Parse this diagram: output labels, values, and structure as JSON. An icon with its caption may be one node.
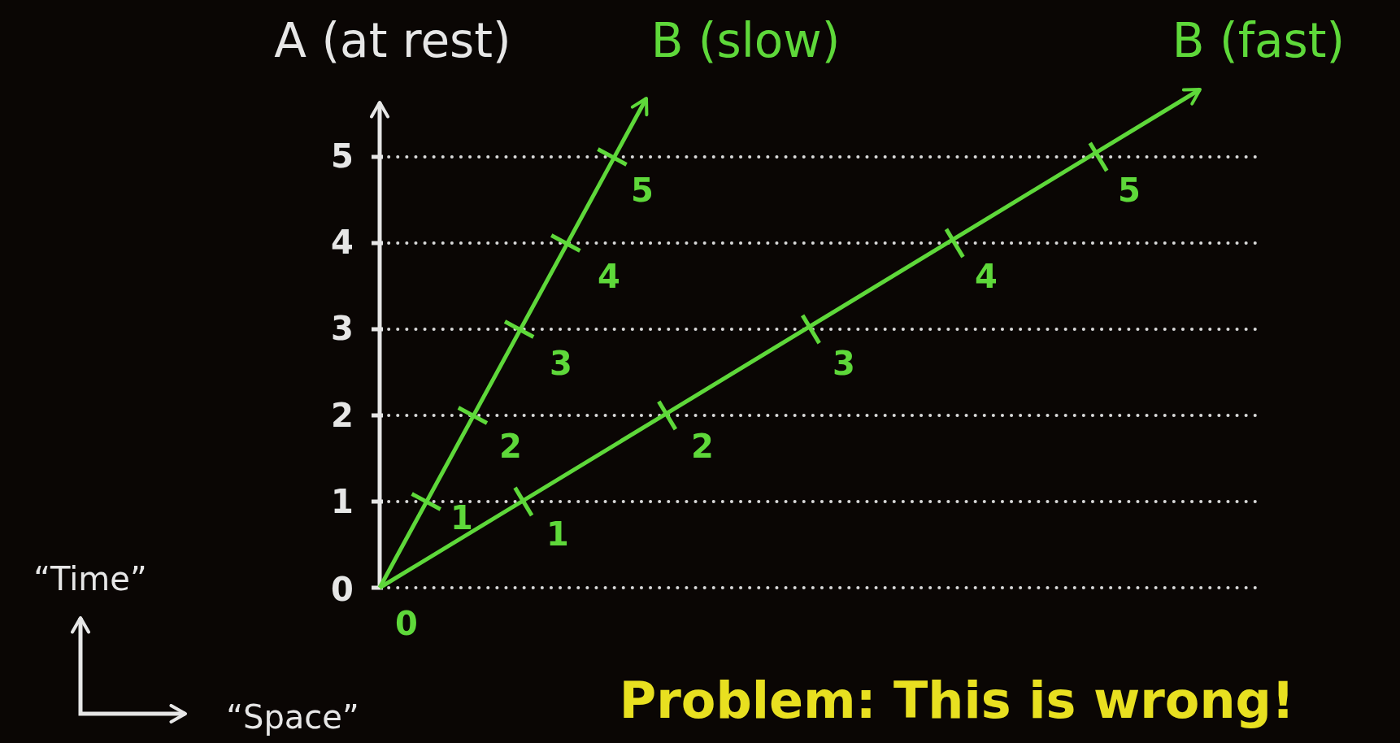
{
  "diagram": {
    "labels": [
      "A (at rest)",
      "B (slow)",
      "B (fast)",
      "5",
      "5",
      "5",
      "4",
      "4",
      "4",
      "3",
      "3",
      "3",
      "2",
      "2",
      "2",
      "1",
      "1",
      "1",
      "“Time”",
      "0",
      "0",
      "“Space”",
      "Problem: This is wrong!"
    ]
  }
}
